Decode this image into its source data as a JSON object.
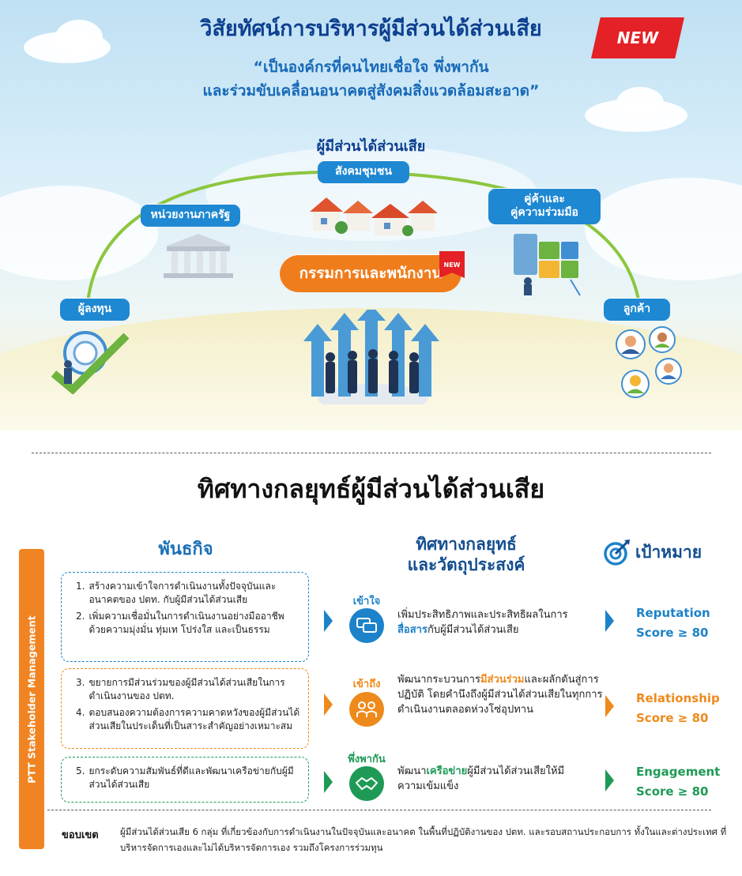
{
  "vision": {
    "title": "วิสัยทัศน์การบริหารผู้มีส่วนได้ส่วนเสีย",
    "new_badge": "NEW",
    "quote_line1": "“เป็นองค์กรที่คนไทยเชื่อใจ พึ่งพากัน",
    "quote_line2": "และร่วมขับเคลื่อนอนาคตสู่สังคมสิ่งแวดล้อมสะอาด”"
  },
  "stakeholders": {
    "heading": "ผู้มีส่วนได้ส่วนเสีย",
    "community": "สังคมชุมชน",
    "government": "หน่วยงานภาครัฐ",
    "partners_line1": "คู่ค้าและ",
    "partners_line2": "คู่ความร่วมมือ",
    "investors": "ผู้ลงทุน",
    "customers": "ลูกค้า",
    "employees": "กรรมการและพนักงาน",
    "employees_new": "NEW"
  },
  "strategy": {
    "title": "ทิศทางกลยุทธ์ผู้มีส่วนได้ส่วนเสีย",
    "sidebar_label": "PTT Stakeholder Management",
    "col_mission": "พันธกิจ",
    "col_direction_line1": "ทิศทางกลยุทธ์",
    "col_direction_line2": "และวัตถุประสงค์",
    "col_goal": "เป้าหมาย",
    "missions": [
      {
        "num": "1.",
        "text": "สร้างความเข้าใจการดำเนินงานทั้งปัจจุบันและอนาคตของ ปตท. กับผู้มีส่วนได้ส่วนเสีย"
      },
      {
        "num": "2.",
        "text": "เพิ่มความเชื่อมั่นในการดำเนินงานอย่างมืออาชีพด้วยความมุ่งมั่น ทุ่มเท โปร่งใส และเป็นธรรม"
      },
      {
        "num": "3.",
        "text": "ขยายการมีส่วนร่วมของผู้มีส่วนได้ส่วนเสียในการดำเนินงานของ ปตท."
      },
      {
        "num": "4.",
        "text": "ตอบสนองความต้องการความคาดหวังของผู้มีส่วนได้ส่วนเสียในประเด็นที่เป็นสาระสำคัญอย่างเหมาะสม"
      },
      {
        "num": "5.",
        "text": "ยกระดับความสัมพันธ์ที่ดีและพัฒนาเครือข่ายกับผู้มีส่วนได้ส่วนเสีย"
      }
    ],
    "rows": [
      {
        "tag": "เข้าใจ",
        "desc_pre": "เพิ่มประสิทธิภาพและประสิทธิผลในการ",
        "desc_hl": "สื่อสาร",
        "desc_post": "กับผู้มีส่วนได้ส่วนเสีย",
        "goal_name": "Reputation",
        "goal_score": "Score ≥ 80"
      },
      {
        "tag": "เข้าถึง",
        "desc_pre": "พัฒนากระบวนการ",
        "desc_hl": "มีส่วนร่วม",
        "desc_post": "และผลักดันสู่การปฏิบัติ โดยคำนึงถึงผู้มีส่วนได้ส่วนเสียในทุกการดำเนินงานตลอดห่วงโซ่อุปทาน",
        "goal_name": "Relationship",
        "goal_score": "Score ≥ 80"
      },
      {
        "tag": "พึ่งพากัน",
        "desc_pre": "พัฒนา",
        "desc_hl": "เครือข่าย",
        "desc_post": "ผู้มีส่วนได้ส่วนเสียให้มีความเข้มแข็ง",
        "goal_name": "Engagement",
        "goal_score": "Score ≥ 80"
      }
    ],
    "scope_label": "ขอบเขต",
    "scope_text": "ผู้มีส่วนได้ส่วนเสีย 6 กลุ่ม ที่เกี่ยวข้องกับการดำเนินงานในปัจจุบันและอนาคต ในพื้นที่ปฏิบัติงานของ ปตท. และรอบสถานประกอบการ ทั้งในและต่างประเทศ ที่บริหารจัดการเองและไม่ได้บริหารจัดการเอง รวมถึงโครงการร่วมทุน"
  },
  "colors": {
    "blue": "#1c82c9",
    "orange": "#ee8a1b",
    "green": "#1e9a56",
    "navy": "#0d3f8f"
  }
}
